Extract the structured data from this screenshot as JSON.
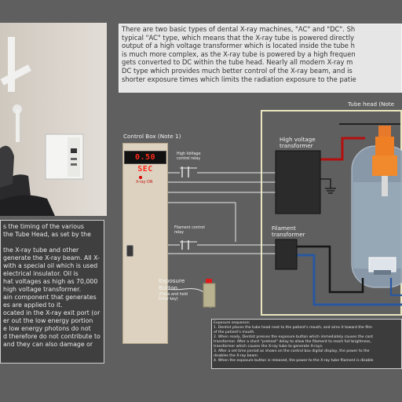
{
  "intro": {
    "lines": [
      "There are two basic types of dental X-ray machines, \"AC\" and \"DC\". Sh",
      "typical \"AC\" type, which means that the X-ray tube is powered directly",
      "output of a high voltage transformer which is located inside the tube h",
      "is much more complex,  as the X-ray tube is powered by a high frequen",
      "gets converted to DC within the tube head.  Nearly all modern X-ray m",
      "DC type which provides much better control of the X-ray beam, and is",
      "shorter exposure times which limits the radiation exposure to the patie"
    ]
  },
  "tube_head": {
    "title": "Tube head (Note"
  },
  "control_box": {
    "title": "Control Box (Note 1)",
    "timer": "0.50 SEC",
    "xray_on": "X-ray ON"
  },
  "relays": {
    "hv_label_1": "High Voltage",
    "hv_label_2": "control relay",
    "fil_label_1": "Filament control",
    "fil_label_2": "relay"
  },
  "transformers": {
    "hv_1": "High voltage",
    "hv_2": "transformer",
    "fil_1": "Filament",
    "fil_2": "transformer"
  },
  "exposure": {
    "l1": "Exposure",
    "l2": "Button",
    "l3": "(Press and hold",
    "l4": "Enter key)"
  },
  "left_note": {
    "lines": [
      "s the timing of the various",
      "the Tube Head, as set by the",
      "",
      "the X-ray tube and other",
      "generate the X-ray beam. All X-",
      "with a special oil which is used",
      "electrical insulator. Oil is",
      "hat voltages as high as 70,000",
      " high voltage transformer.",
      "ain component that generates",
      "es are applied to it.",
      "ocated in the X-ray exit port (or",
      "er out the low energy portion",
      "e low energy photons do not",
      "d therefore do not contribute to",
      " and they can also damage or"
    ]
  },
  "sequence": {
    "lines": [
      "Exposure sequence:",
      "1. Dentist places the tube head next to the patient's mouth, and aims it toward the film",
      "    of the patient's mouth.",
      "2. When ready, Dentist presses the exposure button which immediately causes the cont",
      "transformer. After a short \"preheat\" delay to allow the filament to reach full brightness,",
      "transformer which causes the X-ray tube to generate X-rays.",
      "3. After a set time period as shown on the control box digital display, the power to the",
      "    disables the X-ray beam.",
      "4. When the exposure button is released, the power to the X-ray tube filament is disable"
    ]
  }
}
